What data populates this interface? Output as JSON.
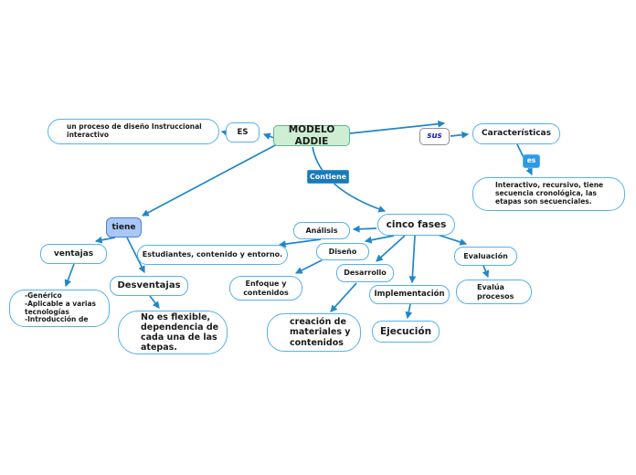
{
  "colors": {
    "background": "#ffffff",
    "line": "#1f87c9",
    "node-border": "#54b0f2",
    "node-fill": "#ffffff",
    "text": "#1b1b1b",
    "title-fill": "#cdeed3",
    "title-border": "#5bb98c",
    "tiene-fill": "#aac8f7",
    "tiene-border": "#4a80d9",
    "contiene-fill": "#1a7ab8",
    "es-fill": "#2d9be4",
    "badge-text": "#ffffff",
    "sus-text": "#1b1bb5",
    "sus-border": "#8f8f8f"
  },
  "map": {
    "title": "MODELO ADDIE",
    "connectors": {
      "es": "ES",
      "sus": "sus",
      "contiene": "Contiene",
      "es_small": "es",
      "tiene": "tiene"
    },
    "nodes": {
      "definicion": "un proceso de diseño Instruccional interactivo",
      "caracteristicas": "Características",
      "caracteristicas_detalle": "Interactivo, recursivo, tiene secuencia cronológica, las etapas son secuenciales.",
      "ventajas": "ventajas",
      "ventajas_detalle": "-Genérico\n-Aplicable a varias tecnologías\n-Introducción de",
      "desventajas": "Desventajas",
      "desventajas_detalle": "No es flexible, dependencia de cada una de las atepas.",
      "cinco_fases": "cinco fases",
      "analisis": "Análisis",
      "analisis_detalle": "Estudiantes, contenido y entorno.",
      "diseno": "Diseño",
      "diseno_detalle": "Enfoque y contenidos",
      "desarrollo": "Desarrollo",
      "desarrollo_detalle": "creación de materiales y contenidos",
      "implementacion": "Implementación",
      "implementacion_detalle": "Ejecución",
      "evaluacion": "Evaluación",
      "evaluacion_detalle": "Evalúa procesos"
    }
  }
}
